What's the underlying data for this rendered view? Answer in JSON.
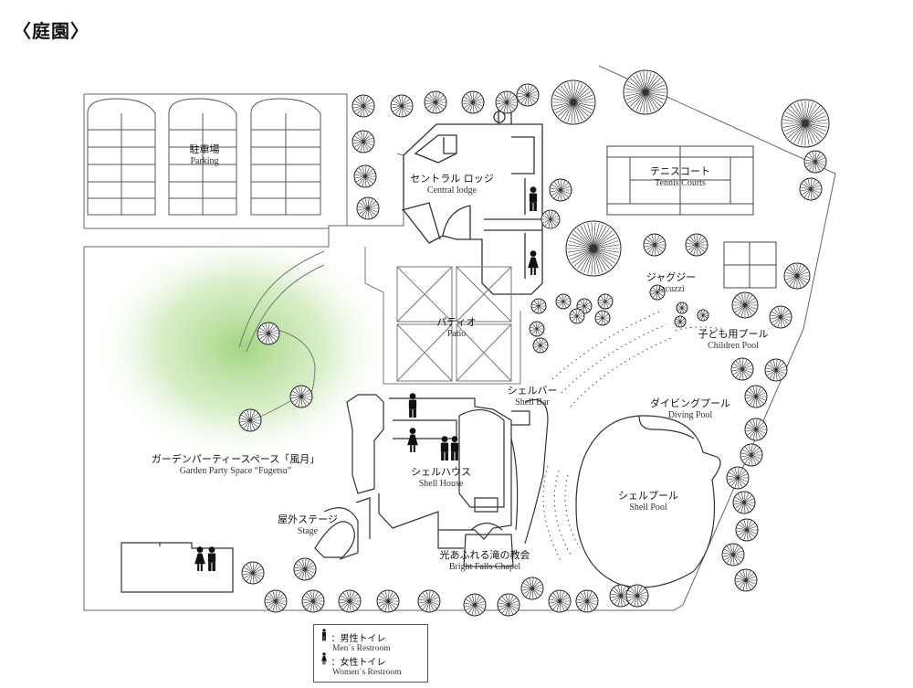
{
  "page_title": "〈庭園〉",
  "areas": {
    "parking": {
      "jp": "駐車場",
      "en": "Parking"
    },
    "central_lodge": {
      "jp": "セントラル ロッジ",
      "en": "Central lodge"
    },
    "tennis": {
      "jp": "テニスコート",
      "en": "Tennis Courts"
    },
    "jacuzzi": {
      "jp": "ジャグジー",
      "en": "Jacuzzi"
    },
    "children_pool": {
      "jp": "子ども用プール",
      "en": "Children Pool"
    },
    "patio": {
      "jp": "パティオ",
      "en": "Patio"
    },
    "shell_bar": {
      "jp": "シェルバー",
      "en": "Shell Bar"
    },
    "diving_pool": {
      "jp": "ダイビングプール",
      "en": "Diving Pool"
    },
    "garden_party": {
      "jp": "ガーデンパーティースペース「風月」",
      "en": "Garden Party Space “Fugetsu”"
    },
    "shell_house": {
      "jp": "シェルハウス",
      "en": "Shell House"
    },
    "shell_pool": {
      "jp": "シェルプール",
      "en": "Shell Pool"
    },
    "stage": {
      "jp": "屋外ステージ",
      "en": "Stage"
    },
    "chapel": {
      "jp": "光あふれる滝の教会",
      "en": "Bright Falls Chapel"
    }
  },
  "legend": {
    "men": {
      "jp": "：男性トイレ",
      "en": "Men`s Restroom"
    },
    "women": {
      "jp": "：女性トイレ",
      "en": "Women`s Restroom"
    }
  },
  "colors": {
    "line": "#444444",
    "garden_green": "#9ed37a",
    "tree_stroke": "#222222"
  },
  "icons": [
    "tree-icon",
    "men-restroom-icon",
    "women-restroom-icon"
  ]
}
